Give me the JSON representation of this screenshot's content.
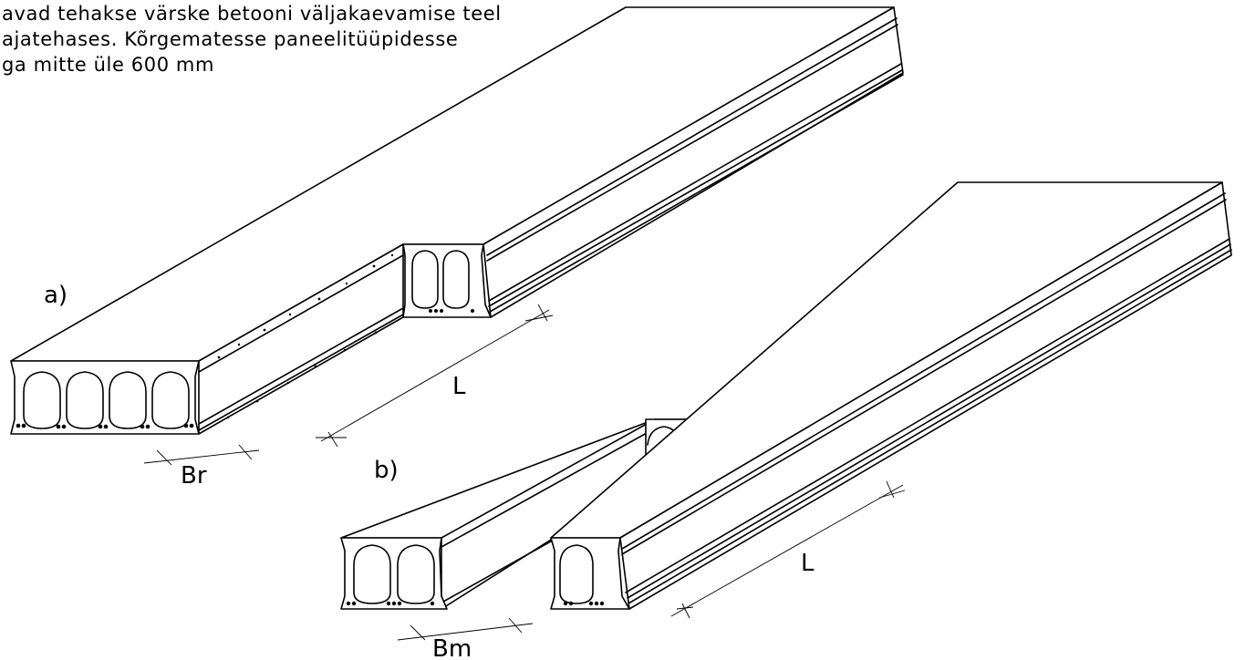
{
  "note": {
    "lines": [
      "avad tehakse värske betooni väljakaevamise teel",
      "ajatehases. Kõrgematesse paneelitüüpidesse",
      "ga mitte üle 600 mm"
    ]
  },
  "labels": {
    "variant_a": "a)",
    "variant_b": "b)",
    "length_a": "L",
    "length_b": "L",
    "width_a": "Br",
    "width_b": "Bm"
  }
}
